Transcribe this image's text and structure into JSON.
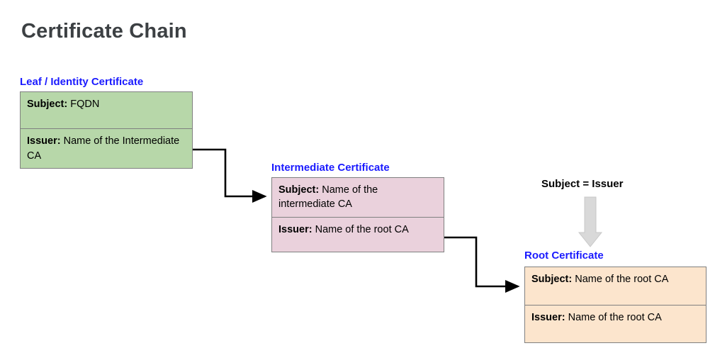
{
  "title": "Certificate Chain",
  "annotation": {
    "text": "Subject = Issuer"
  },
  "colors": {
    "leaf_fill": "#b7d7a9",
    "intermediate_fill": "#ead1dc",
    "root_fill": "#fce5cd",
    "label_blue": "#1a1aff",
    "title_gray": "#3c4043",
    "connector_black": "#000000",
    "block_arrow_gray": "#d9d9d9",
    "box_border_gray": "#808080"
  },
  "certificates": [
    {
      "id": "leaf",
      "label": "Leaf / Identity Certificate",
      "subject": {
        "key": "Subject:",
        "value": "FQDN"
      },
      "issuer": {
        "key": "Issuer:",
        "value": "Name of the Intermediate CA"
      }
    },
    {
      "id": "intermediate",
      "label": "Intermediate Certificate",
      "subject": {
        "key": "Subject:",
        "value": "Name of the intermediate CA"
      },
      "issuer": {
        "key": "Issuer:",
        "value": "Name of the root CA"
      }
    },
    {
      "id": "root",
      "label": "Root Certificate",
      "subject": {
        "key": "Subject:",
        "value": "Name of the root CA"
      },
      "issuer": {
        "key": "Issuer:",
        "value": "Name of the root CA"
      }
    }
  ]
}
